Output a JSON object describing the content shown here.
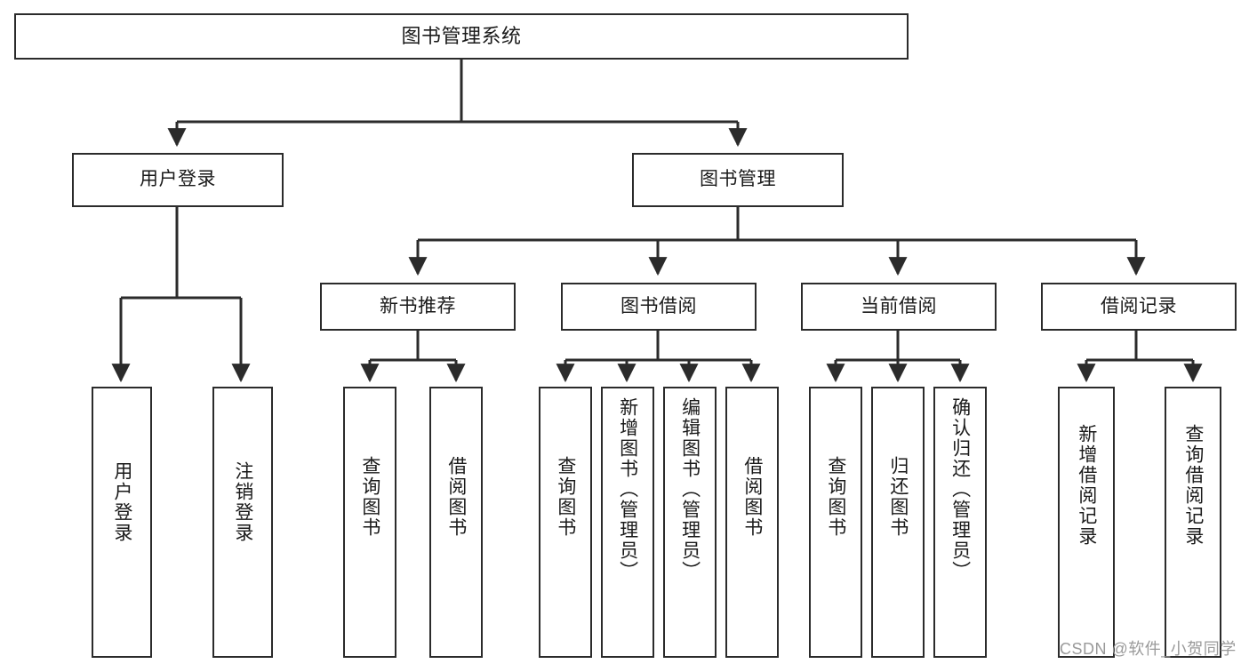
{
  "diagram": {
    "title": "图书管理系统",
    "type": "tree",
    "watermark": "CSDN @软件_小贺同学",
    "colors": {
      "box_border": "#2b2b2b",
      "box_fill": "#ffffff",
      "edge": "#2b2b2b",
      "text": "#1a1a1a",
      "watermark": "#9a9a9a"
    },
    "nodes": {
      "root": {
        "label": "图书管理系统"
      },
      "level2": [
        {
          "id": "user-login",
          "label": "用户登录"
        },
        {
          "id": "book-manage",
          "label": "图书管理"
        }
      ],
      "level3": [
        {
          "id": "new-book-recommend",
          "label": "新书推荐"
        },
        {
          "id": "book-borrow",
          "label": "图书借阅"
        },
        {
          "id": "current-borrow",
          "label": "当前借阅"
        },
        {
          "id": "borrow-record",
          "label": "借阅记录"
        }
      ],
      "leaves": {
        "user-login": [
          {
            "id": "leaf-user-login",
            "label": "用户登录"
          },
          {
            "id": "leaf-logout",
            "label": "注销登录"
          }
        ],
        "new-book-recommend": [
          {
            "id": "leaf-query-book-1",
            "label": "查询图书"
          },
          {
            "id": "leaf-borrow-book-1",
            "label": "借阅图书"
          }
        ],
        "book-borrow": [
          {
            "id": "leaf-query-book-2",
            "label": "查询图书"
          },
          {
            "id": "leaf-add-book",
            "label": "新增图书（管理员）"
          },
          {
            "id": "leaf-edit-book",
            "label": "编辑图书（管理员）"
          },
          {
            "id": "leaf-borrow-book-2",
            "label": "借阅图书"
          }
        ],
        "current-borrow": [
          {
            "id": "leaf-query-book-3",
            "label": "查询图书"
          },
          {
            "id": "leaf-return-book",
            "label": "归还图书"
          },
          {
            "id": "leaf-confirm-return",
            "label": "确认归还（管理员）"
          }
        ],
        "borrow-record": [
          {
            "id": "leaf-add-record",
            "label": "新增借阅记录"
          },
          {
            "id": "leaf-query-record",
            "label": "查询借阅记录"
          }
        ]
      }
    }
  }
}
